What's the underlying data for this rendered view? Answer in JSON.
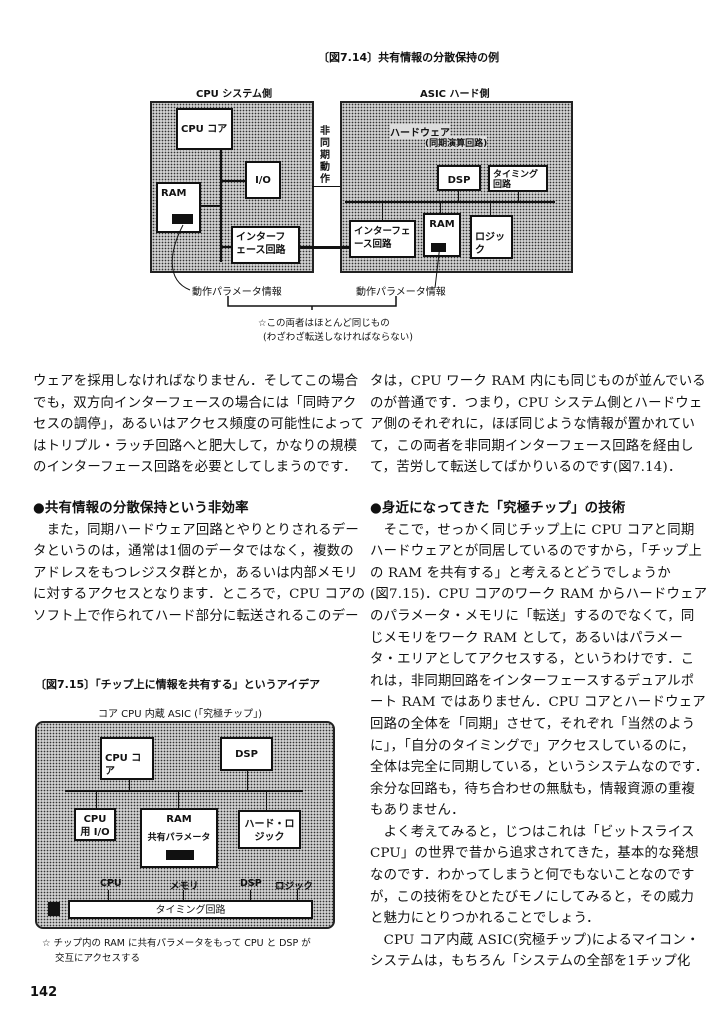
{
  "fig714": {
    "caption": "〔図7.14〕共有情報の分散保持の例",
    "left_header": "CPU システム側",
    "right_header": "ASIC ハード側",
    "cpu_core": "CPU コア",
    "io": "I/O",
    "ram_left": "RAM",
    "interface_left": "インターフェース回路",
    "async": "非同期動作",
    "hardware": "ハードウェア",
    "sync_circuit": "(同期演算回路)",
    "dsp": "DSP",
    "timing": "タイミング回路",
    "interface_right": "インターフェース回路",
    "ram_right": "RAM",
    "logic": "ロジック",
    "param_left": "動作パラメータ情報",
    "param_right": "動作パラメータ情報",
    "note1": "☆この両者はほとんど同じもの",
    "note2": "(わざわざ転送しなければならない)"
  },
  "left_col": {
    "para1": [
      "ウェアを採用しなければなりません．そしてこの場合",
      "でも，双方向インターフェースの場合には「同時アク",
      "セスの調停」，あるいはアクセス頻度の可能性によって",
      "はトリプル・ラッチ回路へと肥大して，かなりの規模",
      "のインターフェース回路を必要としてしまうのです．"
    ],
    "heading": "●共有情報の分散保持という非効率",
    "para2": [
      "　また，同期ハードウェア回路とやりとりされるデー",
      "タというのは，通常は1個のデータではなく，複数の",
      "アドレスをもつレジスタ群とか，あるいは内部メモリ",
      "に対するアクセスとなります．ところで，CPU コアの",
      "ソフト上で作られてハード部分に転送されるこのデー"
    ]
  },
  "right_col": {
    "para1": [
      "タは，CPU ワーク RAM 内にも同じものが並んでいる",
      "のが普通です．つまり，CPU システム側とハードウェ",
      "ア側のそれぞれに，ほぼ同じような情報が置かれてい",
      "て，この両者を非同期インターフェース回路を経由し",
      "て，苦労して転送してばかりいるのです(図7.14)．"
    ],
    "heading": "●身近になってきた「究極チップ」の技術",
    "para2": [
      "　そこで，せっかく同じチップ上に CPU コアと同期",
      "ハードウェアとが同居しているのですから，「チップ上",
      "の RAM を共有する」と考えるとどうでしょうか",
      "(図7.15)．CPU コアのワーク RAM からハードウェア",
      "のパラメータ・メモリに「転送」するのでなくて，同",
      "じメモリをワーク RAM として，あるいはパラメー",
      "タ・エリアとしてアクセスする，というわけです．こ",
      "れは，非同期回路をインターフェースするデュアルポ",
      "ート RAM ではありません．CPU コアとハードウェア",
      "回路の全体を「同期」させて，それぞれ「当然のよう",
      "に」，「自分のタイミングで」アクセスしているのに，",
      "全体は完全に同期している，というシステムなのです．",
      "余分な回路も，待ち合わせの無駄も，情報資源の重複",
      "もありません．",
      "　よく考えてみると，じつはこれは「ビットスライス",
      "CPU」の世界で昔から追求されてきた，基本的な発想",
      "なのです．わかってしまうと何でもないことなのです",
      "が，この技術をひとたびモノにしてみると，その威力",
      "と魅力にとりつかれることでしょう．",
      "　CPU コア内蔵 ASIC(究極チップ)によるマイコン・",
      "システムは，もちろん「システムの全部を1チップ化"
    ]
  },
  "fig715": {
    "caption": "〔図7.15〕「チップ上に情報を共有する」というアイデア",
    "subtitle": "コア CPU 内蔵 ASIC (「究極チップ」)",
    "cpu_core": "CPU コア",
    "dsp": "DSP",
    "cpu_io": "CPU 用 I/O",
    "ram": "RAM",
    "shared_param": "共有パラメータ",
    "hard_logic": "ハード・ロジック",
    "lbl_cpu": "CPU",
    "lbl_mem": "メモリ",
    "lbl_dsp": "DSP",
    "lbl_logic": "ロジック",
    "timing": "タイミング回路",
    "note1": "☆ チップ内の RAM に共有パラメータをもって CPU と DSP が",
    "note2": "交互にアクセスする"
  },
  "page_number": "142"
}
